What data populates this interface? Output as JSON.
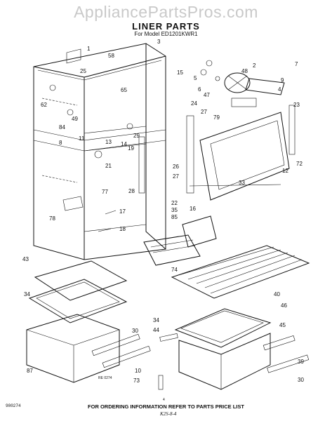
{
  "watermark": "AppliancePartsPros.com",
  "title": "LINER PARTS",
  "subtitle": "For Model ED1201KWR1",
  "footer": "FOR ORDERING INFORMATION REFER TO PARTS PRICE LIST",
  "code": "980274",
  "page_number": "4",
  "ref_code": "RE 0274",
  "signature": "K2S-8-4",
  "callouts": [
    "1",
    "3",
    "58",
    "25",
    "65",
    "62",
    "49",
    "84",
    "8",
    "11",
    "13",
    "14",
    "29",
    "19",
    "21",
    "77",
    "28",
    "17",
    "78",
    "18",
    "15",
    "5",
    "6",
    "47",
    "48",
    "2",
    "9",
    "23",
    "24",
    "27",
    "79",
    "26",
    "27",
    "22",
    "35",
    "85",
    "16",
    "33",
    "12",
    "72",
    "43",
    "34",
    "74",
    "40",
    "46",
    "34",
    "44",
    "45",
    "30",
    "87",
    "10",
    "73",
    "39",
    "30",
    "7",
    "4"
  ]
}
